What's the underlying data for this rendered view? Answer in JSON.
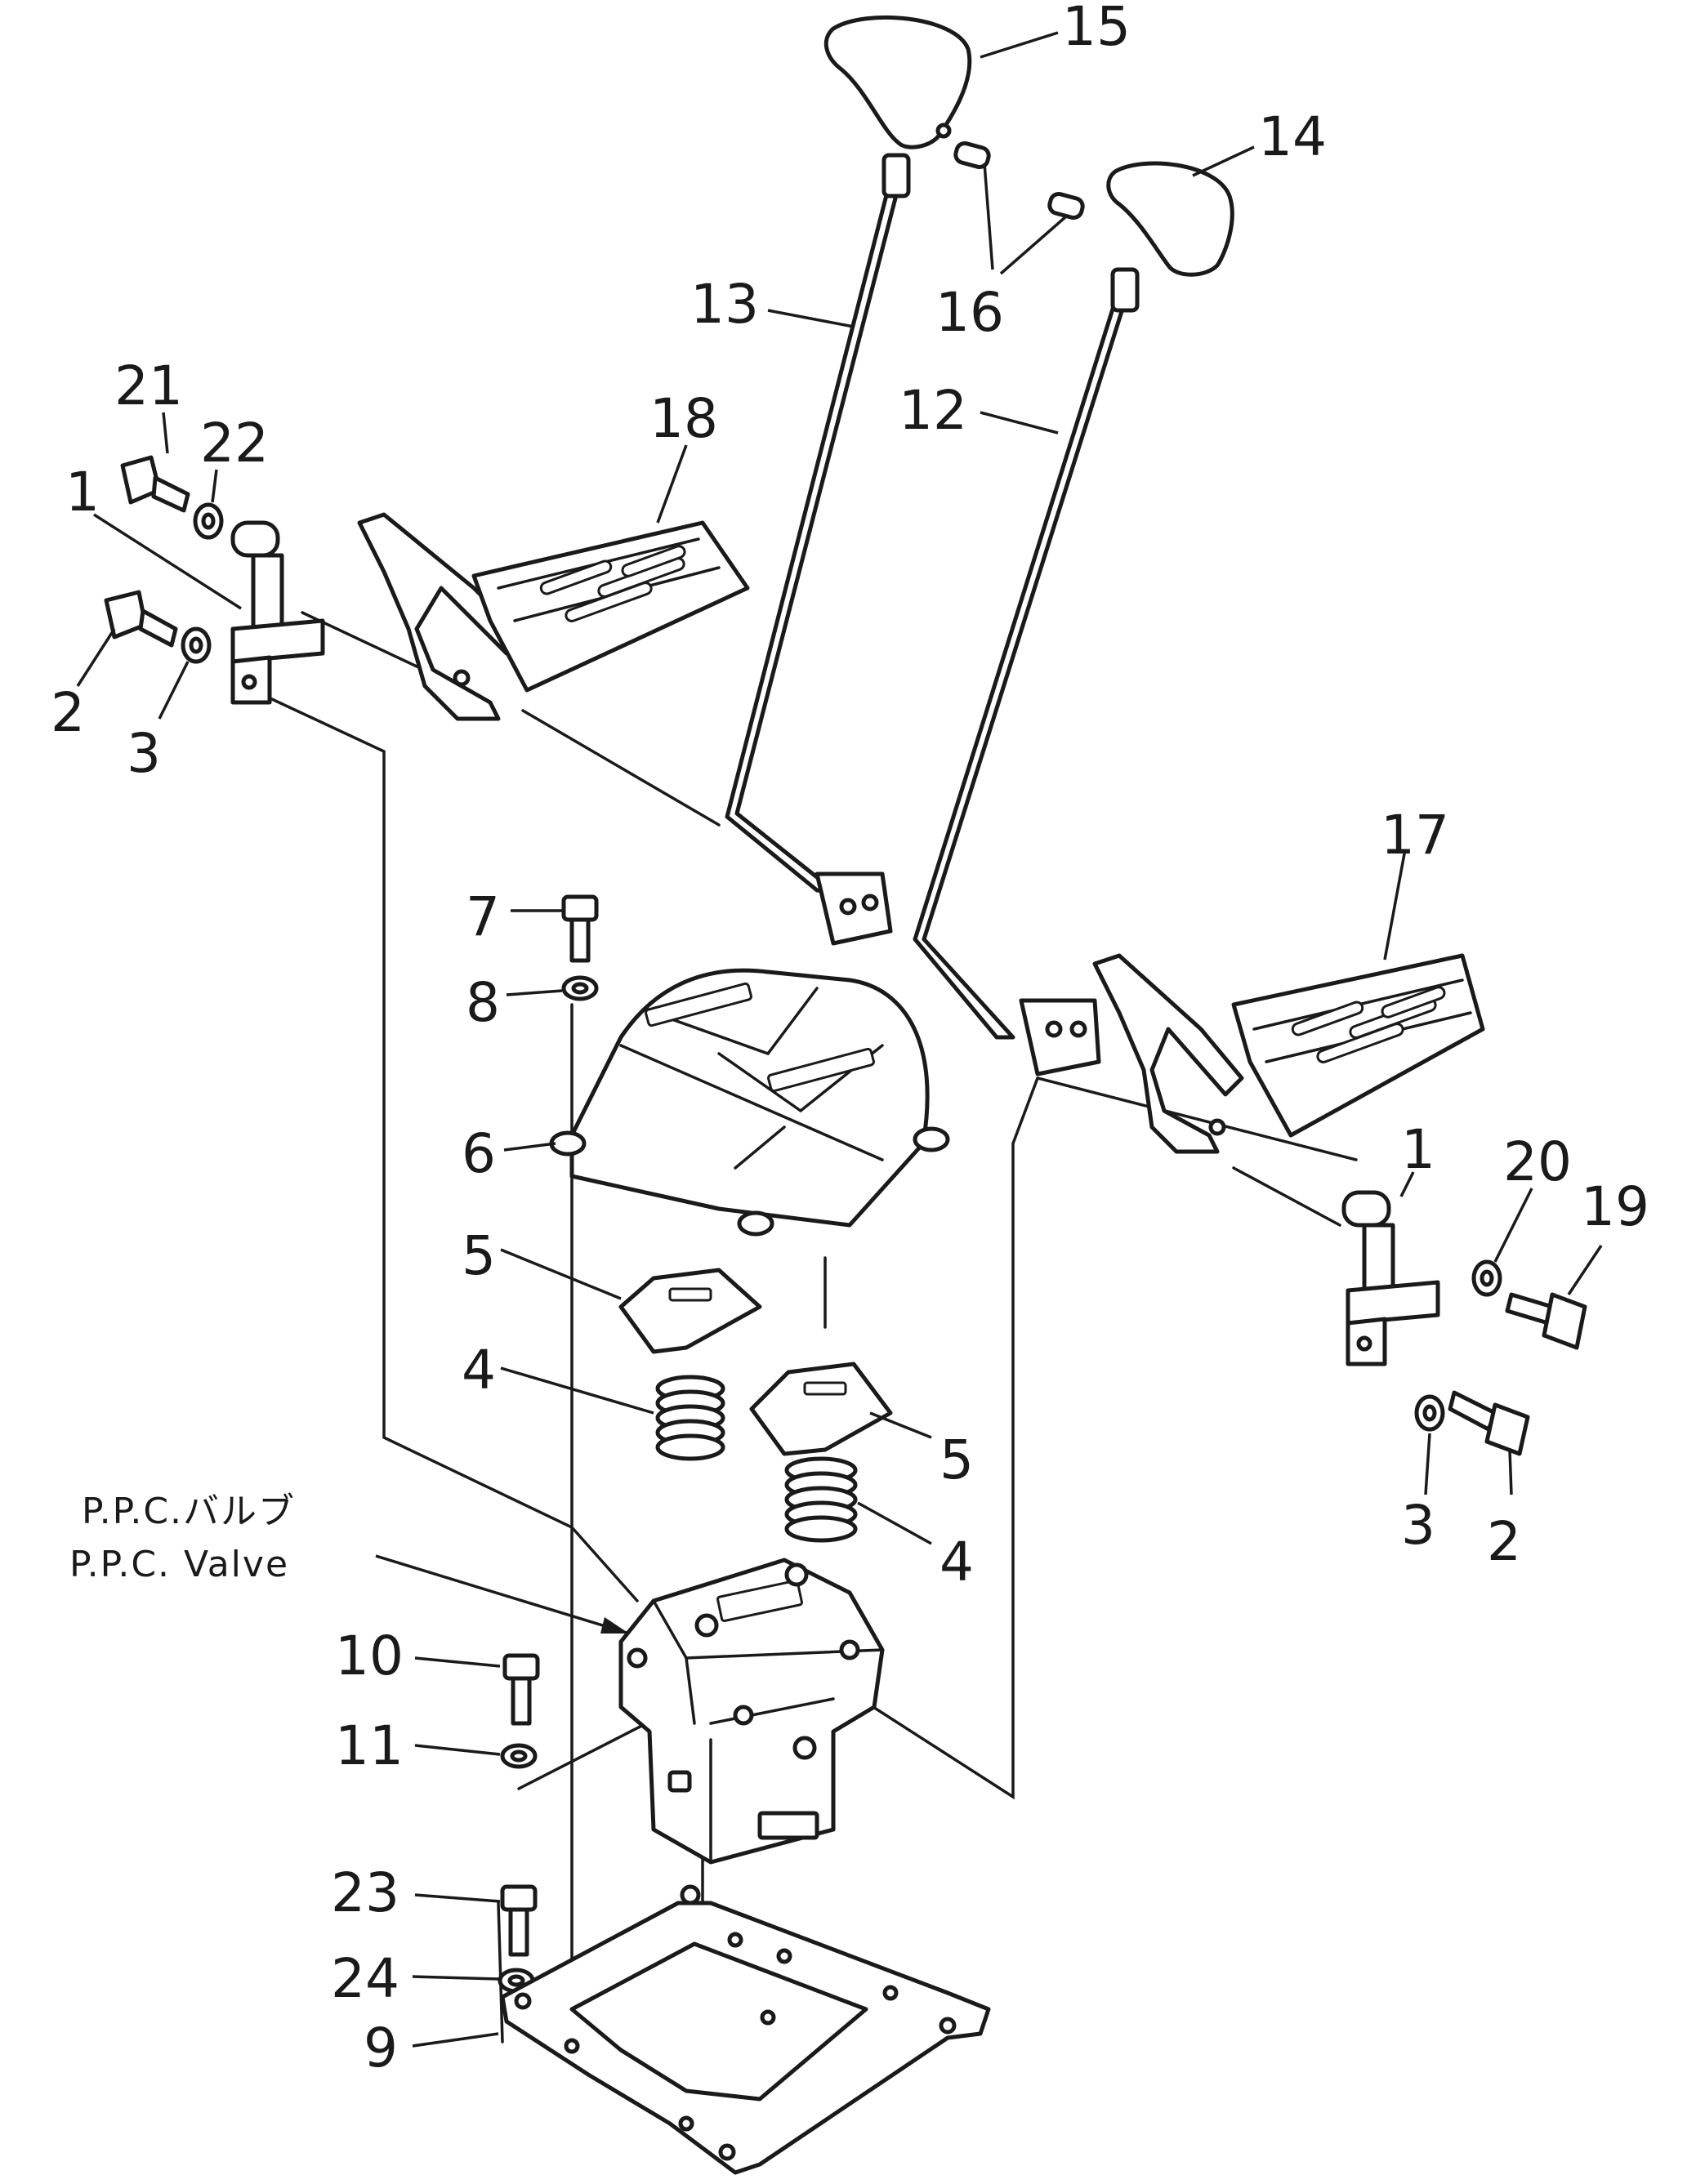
{
  "diagram": {
    "valve_label_jp": "P.P.C.バルブ",
    "valve_label_en": "P.P.C. Valve",
    "callouts": {
      "c1a": "1",
      "c1b": "1",
      "c2a": "2",
      "c2b": "2",
      "c3a": "3",
      "c3b": "3",
      "c4a": "4",
      "c4b": "4",
      "c5a": "5",
      "c5b": "5",
      "c6": "6",
      "c7": "7",
      "c8": "8",
      "c9": "9",
      "c10": "10",
      "c11": "11",
      "c12": "12",
      "c13": "13",
      "c14": "14",
      "c15": "15",
      "c16": "16",
      "c17": "17",
      "c18": "18",
      "c19": "19",
      "c20": "20",
      "c21": "21",
      "c22": "22",
      "c23": "23",
      "c24": "24"
    }
  }
}
